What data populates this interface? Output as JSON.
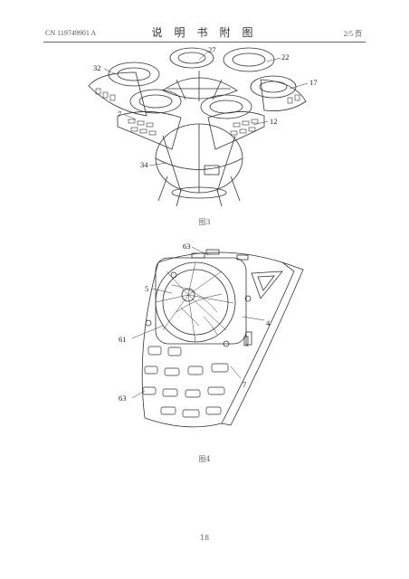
{
  "header": {
    "left": "CN 119749901 A",
    "center": "说 明 书 附 图",
    "right": "2/5 页"
  },
  "figure3": {
    "caption": "图3",
    "labels": {
      "l27": "27",
      "l22": "22",
      "l32": "32",
      "l17": "17",
      "l7": "7",
      "l12": "12",
      "l34": "34"
    }
  },
  "figure4": {
    "caption": "图4",
    "labels": {
      "l63a": "63",
      "l5": "5",
      "l4": "4",
      "l61": "61",
      "l7": "7",
      "l63b": "63"
    }
  },
  "footer": {
    "page_number": "18"
  }
}
